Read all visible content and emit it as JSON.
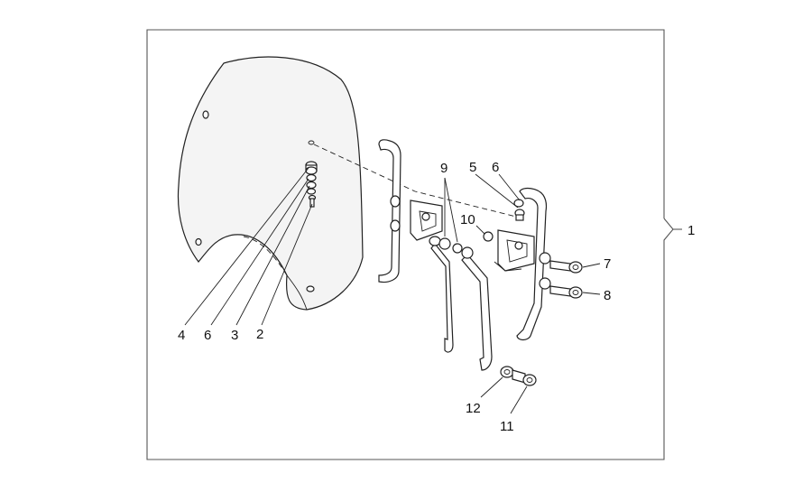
{
  "diagram": {
    "colors": {
      "line": "#222222",
      "frame": "#555555",
      "windshield_fill": "#f4f4f4",
      "background": "#ffffff"
    },
    "callouts": {
      "c1": "1",
      "c2": "2",
      "c3": "3",
      "c4": "4",
      "c5": "5",
      "c6a": "6",
      "c6b": "6",
      "c7": "7",
      "c8": "8",
      "c9": "9",
      "c10": "10",
      "c11": "11",
      "c12": "12"
    }
  }
}
